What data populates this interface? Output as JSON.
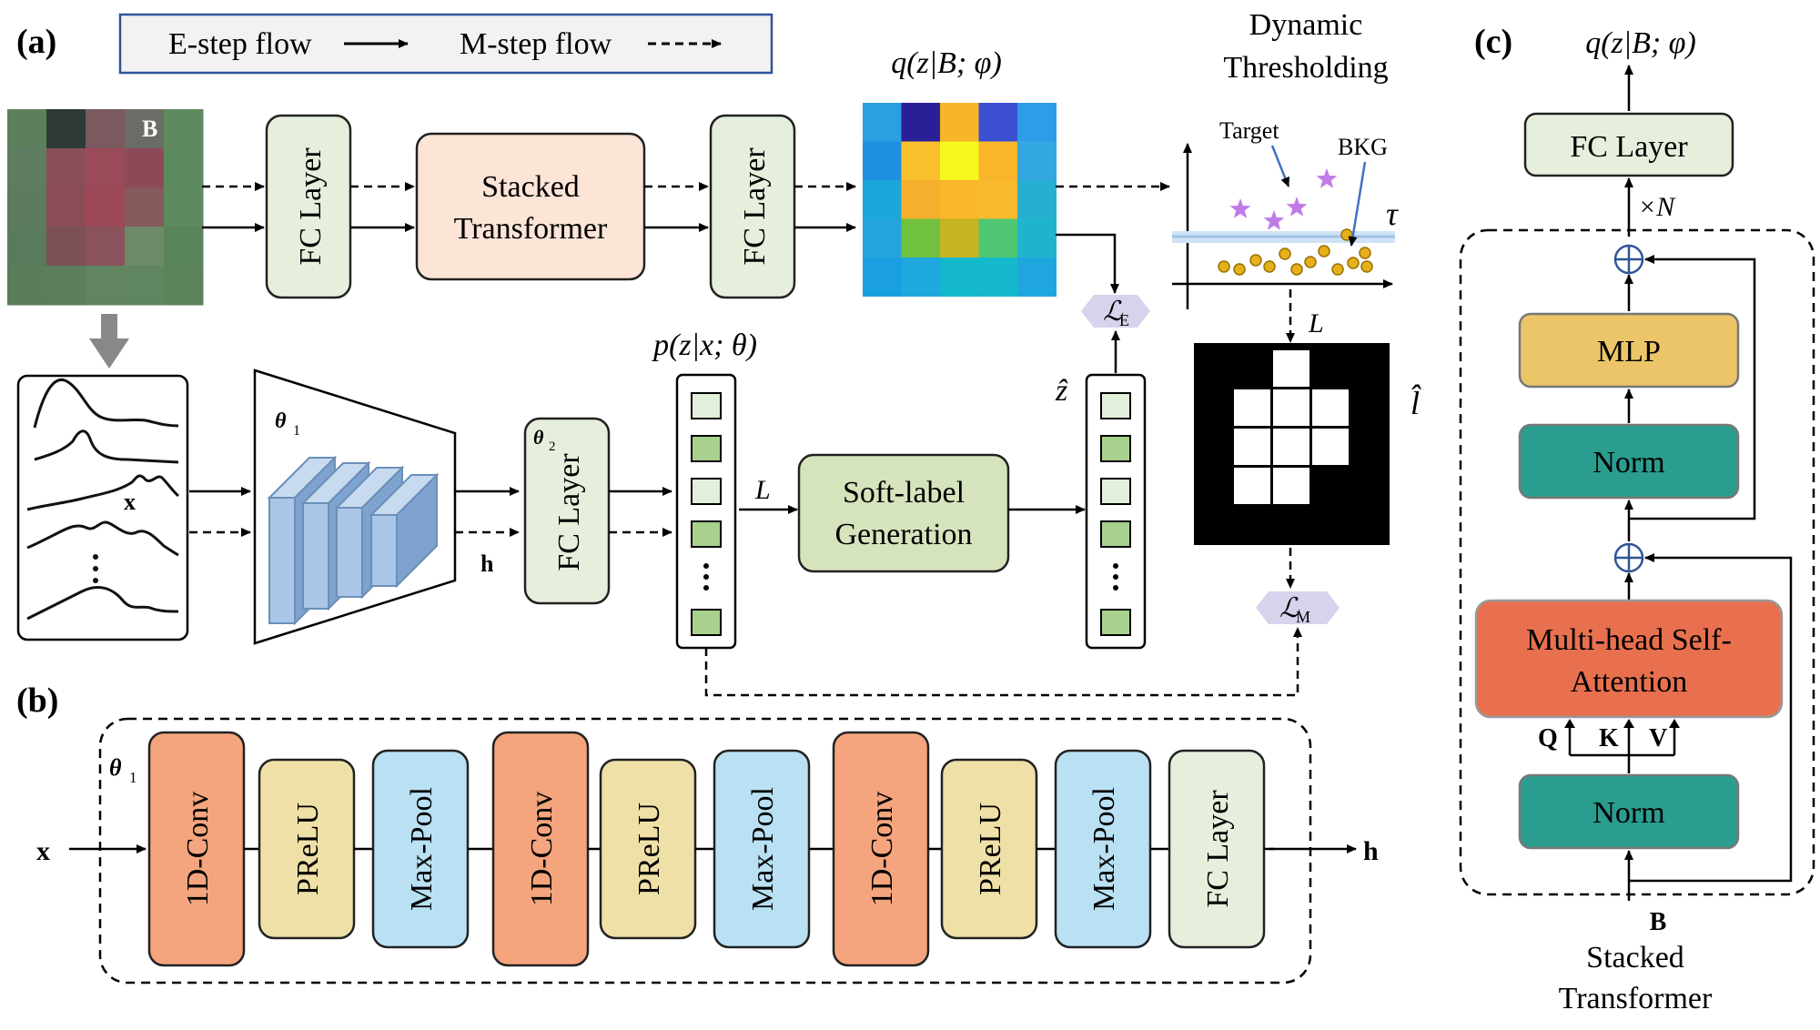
{
  "panel_labels": {
    "a": "(a)",
    "b": "(b)",
    "c": "(c)"
  },
  "legend": {
    "e_step": "E-step flow",
    "m_step": "M-step flow"
  },
  "labels": {
    "q_posterior": "q(z|B; φ)",
    "p_posterior": "p(z|x; θ)",
    "dyn_thresh_line1": "Dynamic",
    "dyn_thresh_line2": "Thresholding",
    "target": "Target",
    "bkg": "BKG",
    "tau": "τ",
    "L_sym": "L",
    "L_mid": "L",
    "loss_E_main": "ℒ",
    "loss_E_sub": "E",
    "loss_M_main": "ℒ",
    "loss_M_sub": "M",
    "z_hat": "ẑ",
    "l_hat": "l̂",
    "B_tile": "B",
    "x_curve": "x",
    "h_out": "h",
    "theta1": "θ",
    "theta1_sub": "1",
    "theta2": "θ",
    "theta2_sub": "2",
    "b_x": "x",
    "b_h": "h",
    "b_theta1": "θ",
    "b_theta1_sub": "1",
    "c_q": "q(z|B; φ)",
    "c_times_n": "×N",
    "c_B": "B",
    "c_stacked1": "Stacked",
    "c_stacked2": "Transformer",
    "Q": "Q",
    "K": "K",
    "V": "V"
  },
  "blocks": {
    "fc1": "FC Layer",
    "transformer_l1": "Stacked",
    "transformer_l2": "Transformer",
    "fc2": "FC Layer",
    "fc_theta2": "FC Layer",
    "soft_l1": "Soft-label",
    "soft_l2": "Generation"
  },
  "panel_b_blocks": [
    "1D-Conv",
    "PReLU",
    "Max-Pool",
    "1D-Conv",
    "PReLU",
    "Max-Pool",
    "1D-Conv",
    "PReLU",
    "Max-Pool",
    "FC Layer"
  ],
  "panel_c": {
    "fc": "FC Layer",
    "mlp": "MLP",
    "norm_top": "Norm",
    "mhsa_l1": "Multi-head Self-",
    "mhsa_l2": "Attention",
    "norm_bottom": "Norm"
  },
  "colors": {
    "fc": "#e6efdc",
    "transformer": "#fce4d6",
    "soft_label": "#d6e4bd",
    "conv": "#f4a57d",
    "prelu": "#efe0a8",
    "maxpool": "#b9e0f3",
    "mlp": "#ebc567",
    "norm": "#2a9d8f",
    "mhsa": "#e8704f",
    "loss": "#d9d2ec",
    "cell_fill": "#a9d18e",
    "star": "#c07be8",
    "dot": "#e6b01a"
  }
}
